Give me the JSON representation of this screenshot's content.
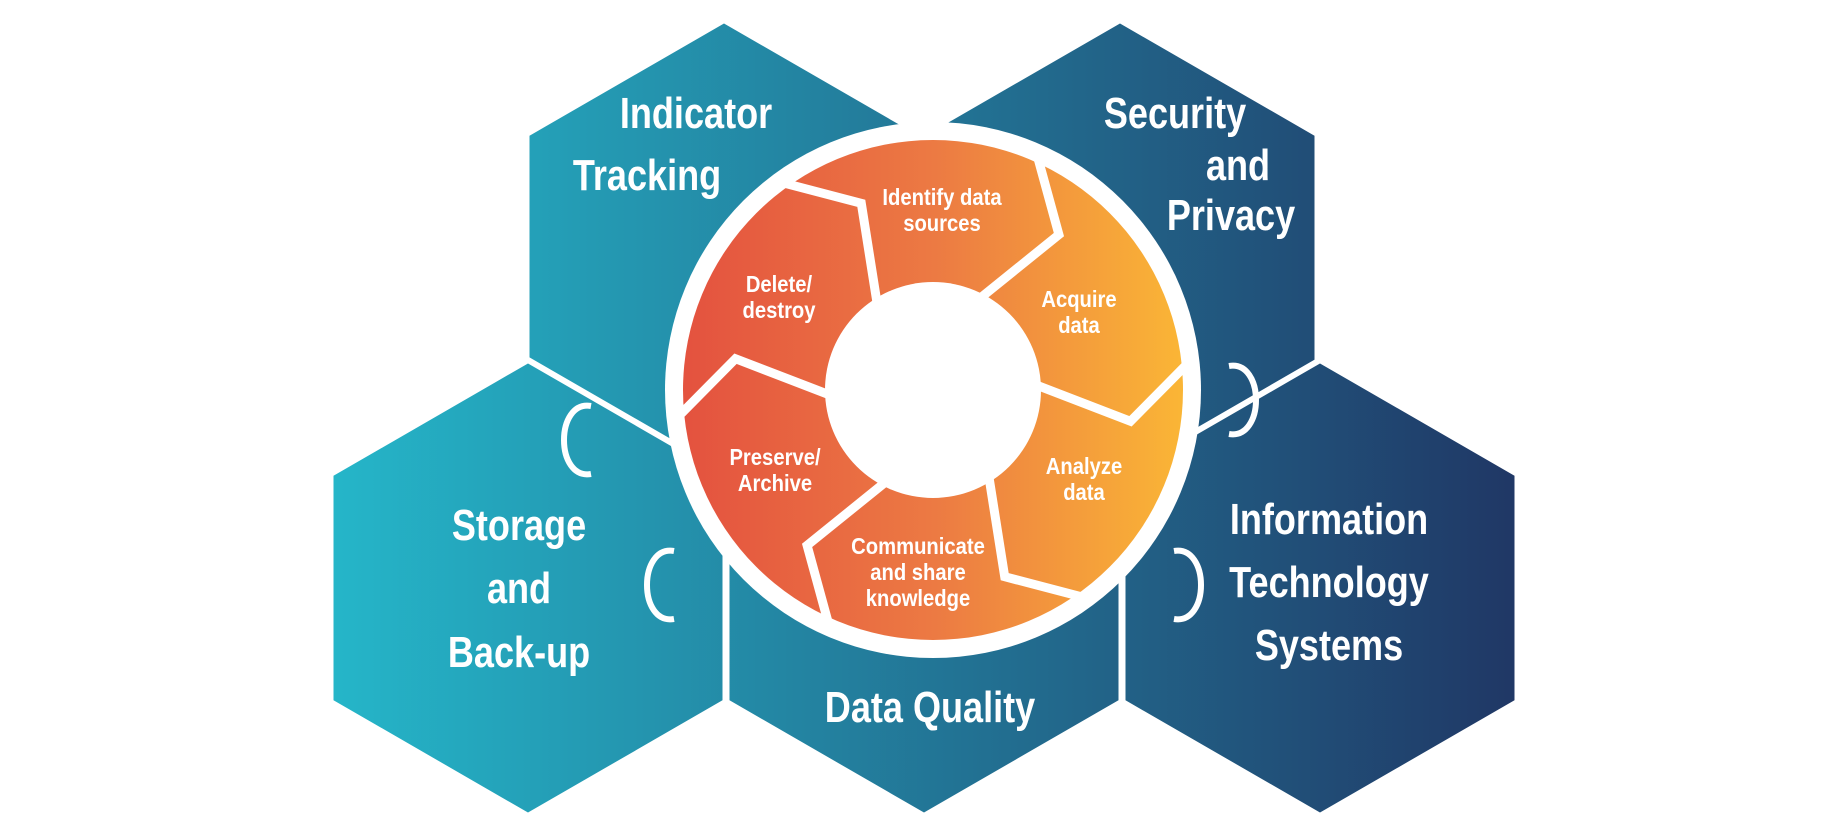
{
  "title": "Data lifecycle and supporting pillars",
  "colors": {
    "hex_left": "#25b6c9",
    "hex_right": "#203765",
    "ring_left": "#e4533f",
    "ring_right": "#fab536",
    "divider": "#ffffff"
  },
  "pillars": [
    {
      "id": "indicator-tracking",
      "lines": [
        "Indicator",
        "Tracking"
      ]
    },
    {
      "id": "security-and-privacy",
      "lines": [
        "Security",
        "and",
        "Privacy"
      ]
    },
    {
      "id": "storage-and-backup",
      "lines": [
        "Storage",
        "and",
        "Back-up"
      ]
    },
    {
      "id": "data-quality",
      "lines": [
        "Data  Quality"
      ]
    },
    {
      "id": "information-technology-systems",
      "lines": [
        "Information",
        "Technology",
        "Systems"
      ]
    }
  ],
  "cycle": [
    {
      "id": "identify-data-sources",
      "lines": [
        "Identify data",
        "sources"
      ]
    },
    {
      "id": "acquire-data",
      "lines": [
        "Acquire",
        "data"
      ]
    },
    {
      "id": "analyze-data",
      "lines": [
        "Analyze",
        "data"
      ]
    },
    {
      "id": "communicate-and-share",
      "lines": [
        "Communicate",
        "and share",
        "knowledge"
      ]
    },
    {
      "id": "preserve-archive",
      "lines": [
        "Preserve/",
        "Archive"
      ]
    },
    {
      "id": "delete-destroy",
      "lines": [
        "Delete/",
        "destroy"
      ]
    }
  ]
}
